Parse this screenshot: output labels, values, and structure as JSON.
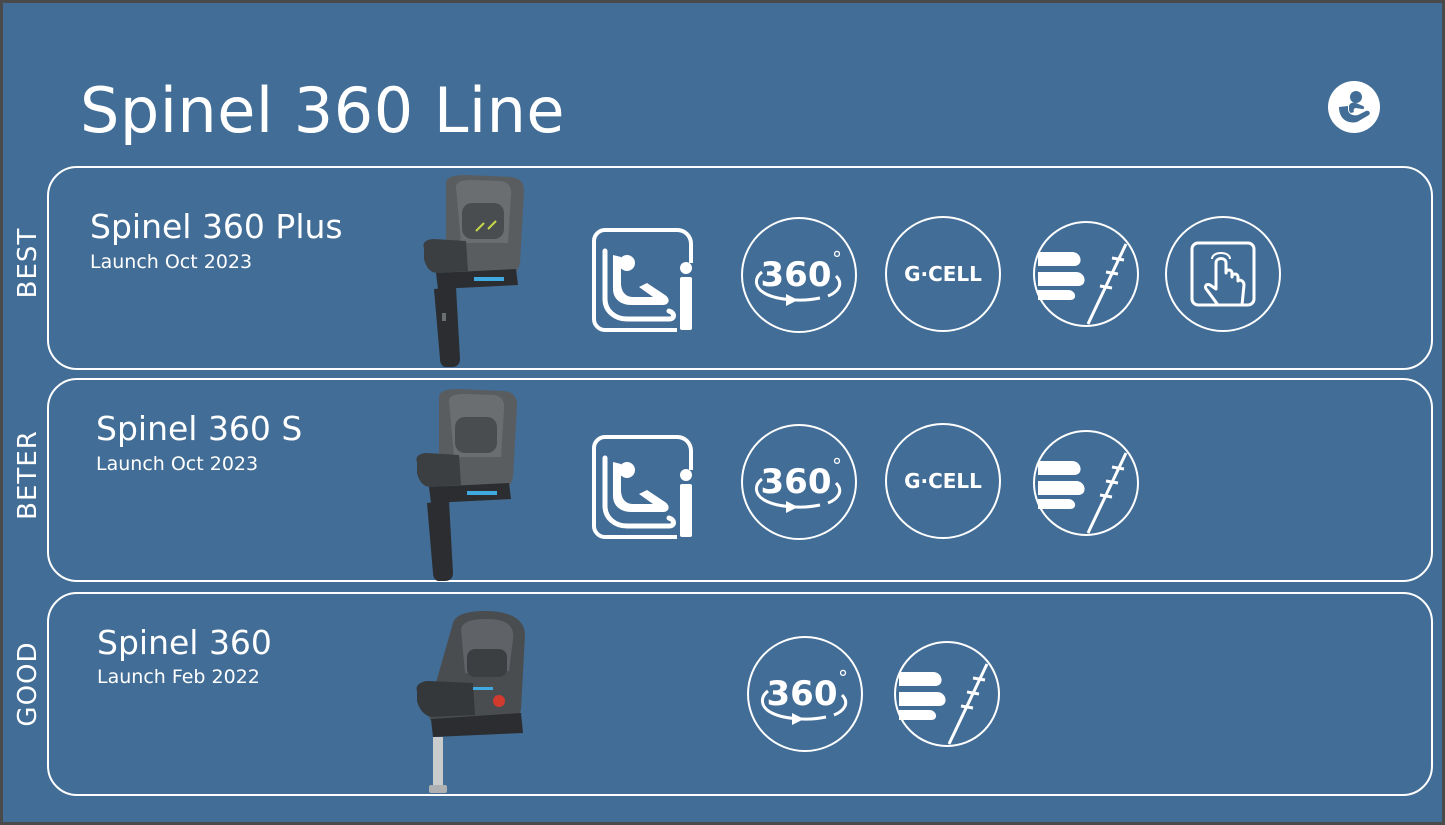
{
  "page": {
    "title": "Spinel 360 Line",
    "brand_icon": "baby-in-hand-logo-icon"
  },
  "tiers": [
    {
      "label": "BEST",
      "model": "Spinel 360 Plus",
      "launch": "Launch Oct 2023",
      "features": [
        "isofix-seat-icon",
        "360-rotation-icon",
        "g-cell-icon",
        "side-impact-protection-icon",
        "touch-control-icon"
      ]
    },
    {
      "label": "BETER",
      "model": "Spinel 360 S",
      "launch": "Launch Oct 2023",
      "features": [
        "isofix-seat-icon",
        "360-rotation-icon",
        "g-cell-icon",
        "side-impact-protection-icon"
      ]
    },
    {
      "label": "GOOD",
      "model": "Spinel 360",
      "launch": "Launch Feb 2022",
      "features": [
        "360-rotation-icon",
        "side-impact-protection-icon"
      ]
    }
  ],
  "icon_text": {
    "rotation": "360",
    "degree": "°",
    "gcell": "G·CELL"
  },
  "colors": {
    "background": "#426d96",
    "foreground": "#ffffff",
    "seat_gray": "#5a5d60",
    "seat_dark": "#2b2d30",
    "accent_red": "#d23a2e",
    "accent_blue": "#3fa9e0"
  }
}
